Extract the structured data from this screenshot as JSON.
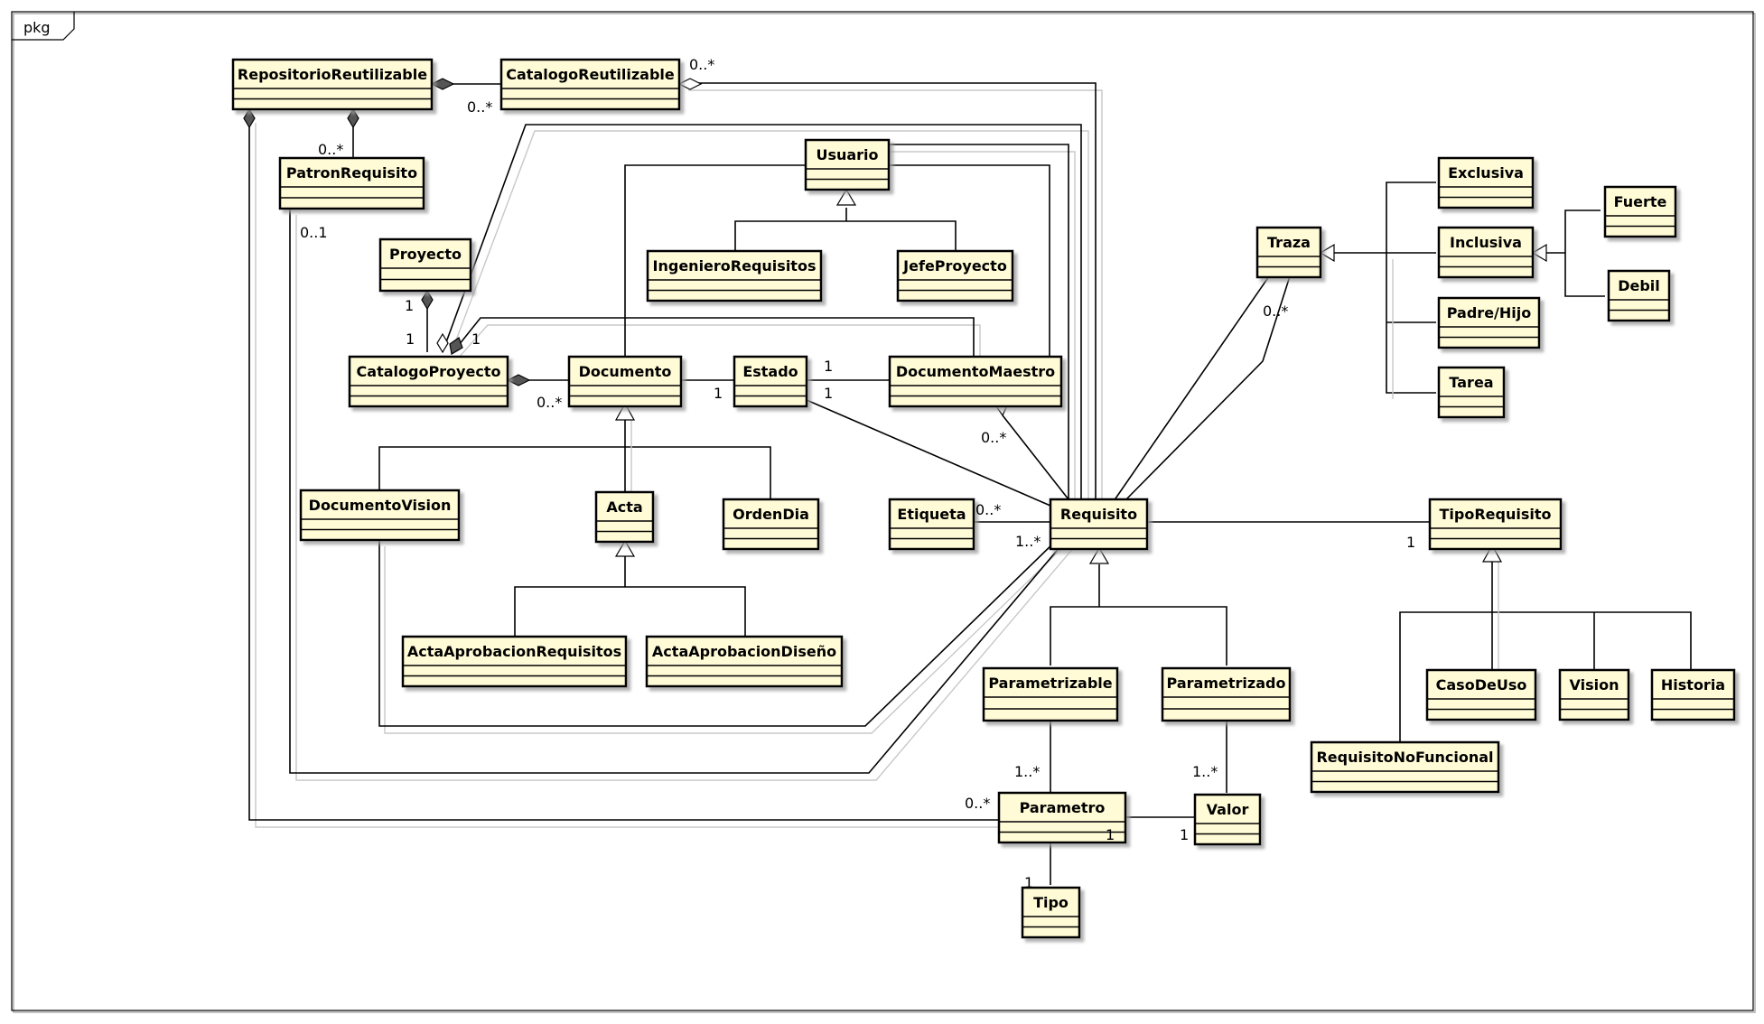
{
  "frame": {
    "label": "pkg"
  },
  "colors": {
    "class_fill": "#fffbd6",
    "class_stroke": "#000000",
    "shadow": "#b8b8b8",
    "line": "#000000"
  },
  "classes": [
    {
      "id": "repositorio",
      "name": "RepositorioReutilizable"
    },
    {
      "id": "catalogo_reut",
      "name": "CatalogoReutilizable"
    },
    {
      "id": "patron",
      "name": "PatronRequisito"
    },
    {
      "id": "proyecto",
      "name": "Proyecto"
    },
    {
      "id": "catalogo_proy",
      "name": "CatalogoProyecto"
    },
    {
      "id": "usuario",
      "name": "Usuario"
    },
    {
      "id": "ingeniero",
      "name": "IngenieroRequisitos"
    },
    {
      "id": "jefe",
      "name": "JefeProyecto"
    },
    {
      "id": "documento",
      "name": "Documento"
    },
    {
      "id": "estado",
      "name": "Estado"
    },
    {
      "id": "doc_maestro",
      "name": "DocumentoMaestro"
    },
    {
      "id": "doc_vision",
      "name": "DocumentoVision"
    },
    {
      "id": "acta",
      "name": "Acta"
    },
    {
      "id": "orden_dia",
      "name": "OrdenDia"
    },
    {
      "id": "acta_req",
      "name": "ActaAprobacionRequisitos"
    },
    {
      "id": "acta_dis",
      "name": "ActaAprobacionDiseño"
    },
    {
      "id": "etiqueta",
      "name": "Etiqueta"
    },
    {
      "id": "requisito",
      "name": "Requisito"
    },
    {
      "id": "parametrizable",
      "name": "Parametrizable"
    },
    {
      "id": "parametrizado",
      "name": "Parametrizado"
    },
    {
      "id": "parametro",
      "name": "Parametro"
    },
    {
      "id": "valor",
      "name": "Valor"
    },
    {
      "id": "tipo",
      "name": "Tipo"
    },
    {
      "id": "traza",
      "name": "Traza"
    },
    {
      "id": "exclusiva",
      "name": "Exclusiva"
    },
    {
      "id": "inclusiva",
      "name": "Inclusiva"
    },
    {
      "id": "padre_hijo",
      "name": "Padre/Hijo"
    },
    {
      "id": "tarea",
      "name": "Tarea"
    },
    {
      "id": "fuerte",
      "name": "Fuerte"
    },
    {
      "id": "debil",
      "name": "Debil"
    },
    {
      "id": "tipo_req",
      "name": "TipoRequisito"
    },
    {
      "id": "caso_uso",
      "name": "CasoDeUso"
    },
    {
      "id": "vision",
      "name": "Vision"
    },
    {
      "id": "historia",
      "name": "Historia"
    },
    {
      "id": "req_no_func",
      "name": "RequisitoNoFuncional"
    }
  ],
  "multiplicities": [
    {
      "id": "m1",
      "text": "0..*"
    },
    {
      "id": "m2",
      "text": "0..*"
    },
    {
      "id": "m3",
      "text": "0..*"
    },
    {
      "id": "m4",
      "text": "0..1"
    },
    {
      "id": "m5",
      "text": "1"
    },
    {
      "id": "m6",
      "text": "1"
    },
    {
      "id": "m7",
      "text": "1"
    },
    {
      "id": "m8",
      "text": "0..*"
    },
    {
      "id": "m9",
      "text": "1"
    },
    {
      "id": "m10",
      "text": "1"
    },
    {
      "id": "m11",
      "text": "1"
    },
    {
      "id": "m12",
      "text": "0..*"
    },
    {
      "id": "m13",
      "text": "0..*"
    },
    {
      "id": "m14",
      "text": "1..*"
    },
    {
      "id": "m15",
      "text": "0..*"
    },
    {
      "id": "m16",
      "text": "1"
    },
    {
      "id": "m17",
      "text": "1..*"
    },
    {
      "id": "m18",
      "text": "1..*"
    },
    {
      "id": "m19",
      "text": "0..*"
    },
    {
      "id": "m20",
      "text": "1"
    },
    {
      "id": "m21",
      "text": "1"
    },
    {
      "id": "m22",
      "text": "1"
    }
  ]
}
